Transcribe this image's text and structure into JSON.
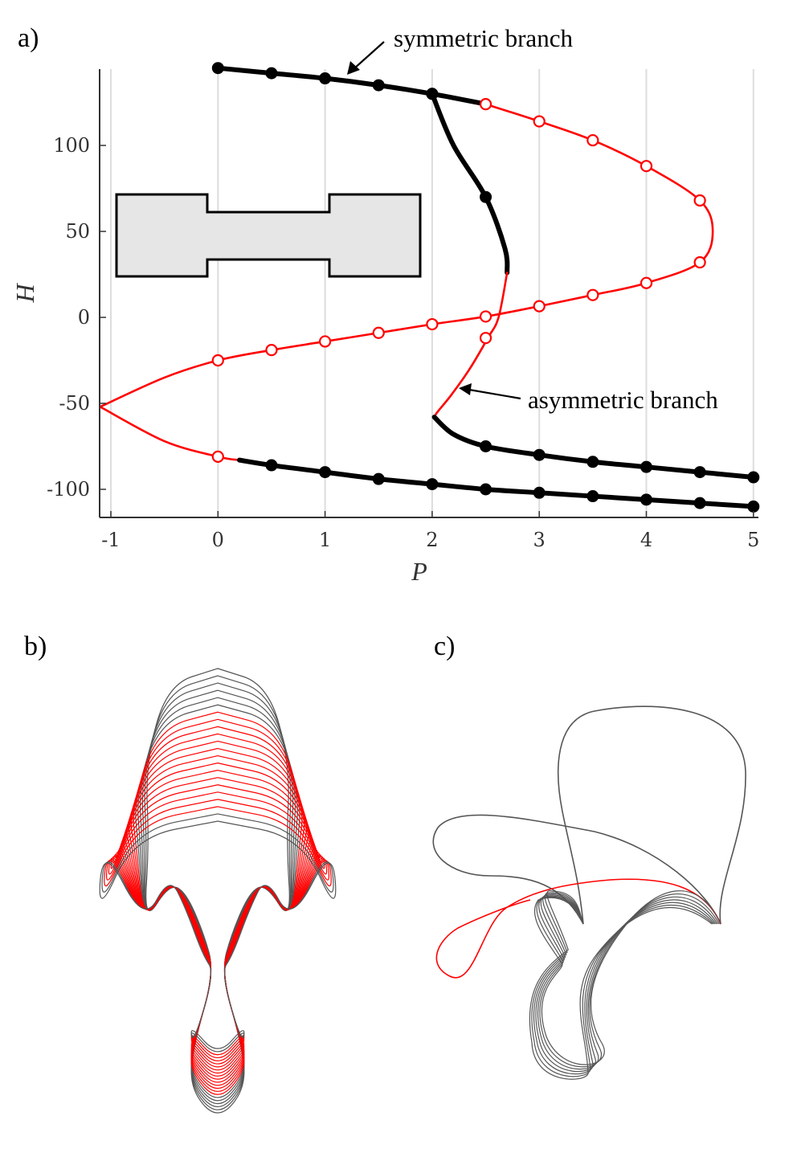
{
  "panels": {
    "a": "a)",
    "b": "b)",
    "c": "c)"
  },
  "colors": {
    "stable": "#000000",
    "unstable": "#ff0000",
    "shape_gray": "#555555",
    "grid": "#dddddd",
    "inset_fill": "#e6e6e6"
  },
  "chart_data": {
    "type": "line",
    "xlabel": "P",
    "ylabel": "H",
    "xlim": [
      -1.1,
      5.05
    ],
    "ylim": [
      -115,
      145
    ],
    "xticks": [
      -1,
      0,
      1,
      2,
      3,
      4,
      5
    ],
    "xtick_labels": [
      "-1",
      "0",
      "1",
      "2",
      "3",
      "4",
      "5"
    ],
    "yticks": [
      -100,
      -50,
      0,
      50,
      100
    ],
    "ytick_labels": [
      "-100",
      "-50",
      "0",
      "50",
      "100"
    ],
    "grid": "vertical lines at x ticks",
    "annotations": [
      {
        "text": "symmetric branch",
        "points_to": {
          "x": 1.2,
          "y": 143
        }
      },
      {
        "text": "asymmetric branch",
        "points_to": {
          "x": 2.25,
          "y": -42
        }
      }
    ],
    "series": [
      {
        "branch": "symmetric",
        "stable_upper": {
          "x": [
            0,
            0.5,
            1,
            1.5,
            2,
            2.5
          ],
          "y": [
            145,
            142,
            139,
            135,
            130,
            124
          ]
        },
        "unstable_upper": {
          "x": [
            2.5,
            3,
            3.5,
            4,
            4.5,
            4.62,
            4.5,
            4,
            3.5,
            3,
            2.5,
            2,
            1.5,
            1,
            0.5,
            0,
            -0.5,
            -1.1
          ],
          "y": [
            124,
            114,
            103,
            88,
            68,
            50,
            32,
            20,
            13,
            6.5,
            0.5,
            -4,
            -9,
            -14,
            -19,
            -25,
            -35,
            -52
          ]
        },
        "unstable_lower": {
          "x": [
            -1.1,
            -0.5,
            0,
            0.2
          ],
          "y": [
            -52,
            -72,
            -81,
            -83
          ]
        },
        "stable_lower": {
          "x": [
            0.2,
            0.5,
            1,
            1.5,
            2,
            2.5,
            3,
            3.5,
            4,
            4.5,
            5
          ],
          "y": [
            -83,
            -86,
            -90,
            -94,
            -97,
            -100,
            -102,
            -104,
            -106,
            -108,
            -110
          ]
        },
        "markers_stable": {
          "x": [
            0,
            0.5,
            1,
            1.5,
            2,
            0.5,
            1,
            1.5,
            2,
            2.5,
            3,
            3.5,
            4,
            4.5,
            5
          ],
          "y": [
            145,
            142,
            139,
            135,
            130,
            -86,
            -90,
            -94,
            -97,
            -100,
            -102,
            -104,
            -106,
            -108,
            -110
          ]
        },
        "markers_unstable": {
          "x": [
            2.5,
            3,
            3.5,
            4,
            4.5,
            4.5,
            4,
            3.5,
            3,
            2.5,
            2,
            1.5,
            1,
            0.5,
            0,
            0
          ],
          "y": [
            124,
            114,
            103,
            88,
            68,
            32,
            20,
            13,
            6.5,
            0.5,
            -4,
            -9,
            -14,
            -19,
            -25,
            -81
          ]
        }
      },
      {
        "branch": "asymmetric",
        "stable_upper": {
          "x": [
            2,
            2.2,
            2.5,
            2.68,
            2.7
          ],
          "y": [
            130,
            100,
            70,
            40,
            26
          ]
        },
        "unstable_mid": {
          "x": [
            2.7,
            2.62,
            2.52,
            2.35,
            2.18,
            2.05,
            2.02
          ],
          "y": [
            26,
            0,
            -12,
            -30,
            -45,
            -55,
            -58
          ]
        },
        "stable_lower": {
          "x": [
            2.02,
            2.2,
            2.5,
            3,
            3.5,
            4,
            4.5,
            5
          ],
          "y": [
            -58,
            -68,
            -75,
            -80,
            -84,
            -87,
            -90,
            -93
          ]
        },
        "markers_stable": {
          "x": [
            2,
            2.5,
            2.5,
            3,
            3.5,
            4,
            4.5,
            5
          ],
          "y": [
            130,
            70,
            -75,
            -80,
            -84,
            -87,
            -90,
            -93
          ]
        },
        "markers_unstable": {
          "x": [
            2.5
          ],
          "y": [
            -12
          ]
        }
      }
    ]
  }
}
